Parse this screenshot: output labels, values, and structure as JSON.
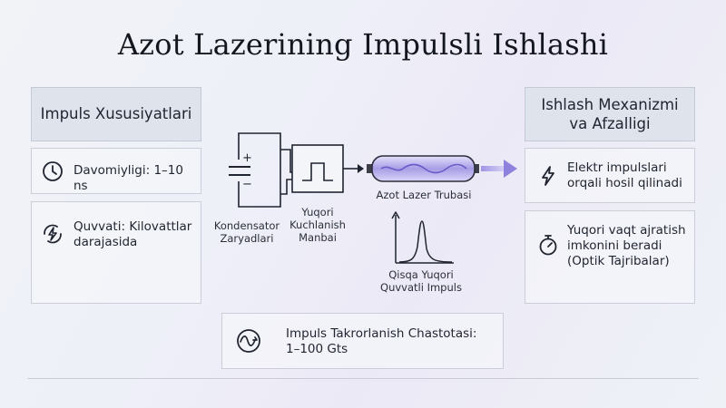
{
  "title": "Azot Lazerining Impulsli Ishlashi",
  "left": {
    "header": "Impuls Xususiyatlari",
    "items": [
      {
        "icon": "clock-icon",
        "text": "Davomiyligi: 1–10 ns"
      },
      {
        "icon": "lightning-circle-icon",
        "text": "Quvvati: Kilovattlar darajasida"
      }
    ]
  },
  "right": {
    "header": "Ishlash Mexanizmi va Afzalligi",
    "items": [
      {
        "icon": "lightning-icon",
        "text": "Elektr impulslari orqali hosil qilinadi"
      },
      {
        "icon": "stopwatch-icon",
        "text": "Yuqori vaqt ajratish imkonini beradi (Optik Tajribalar)"
      }
    ]
  },
  "bottom": {
    "icon": "wave-icon",
    "text": "Impuls Takrorlanish Chastotasi: 1–100 Gts"
  },
  "diagram": {
    "capacitor_label": "Kondensator Zaryadlari",
    "capacitor_plus": "+",
    "capacitor_minus": "−",
    "hv_label": "Yuqori Kuchlanish Manbai",
    "tube_label": "Azot Lazer Trubasi",
    "pulse_label": "Qisqa Yuqori Quvvatli Impuls"
  },
  "colors": {
    "tube": "#6a5cc8",
    "beam": "#b6b0ea",
    "arrow": "#1f2430"
  }
}
